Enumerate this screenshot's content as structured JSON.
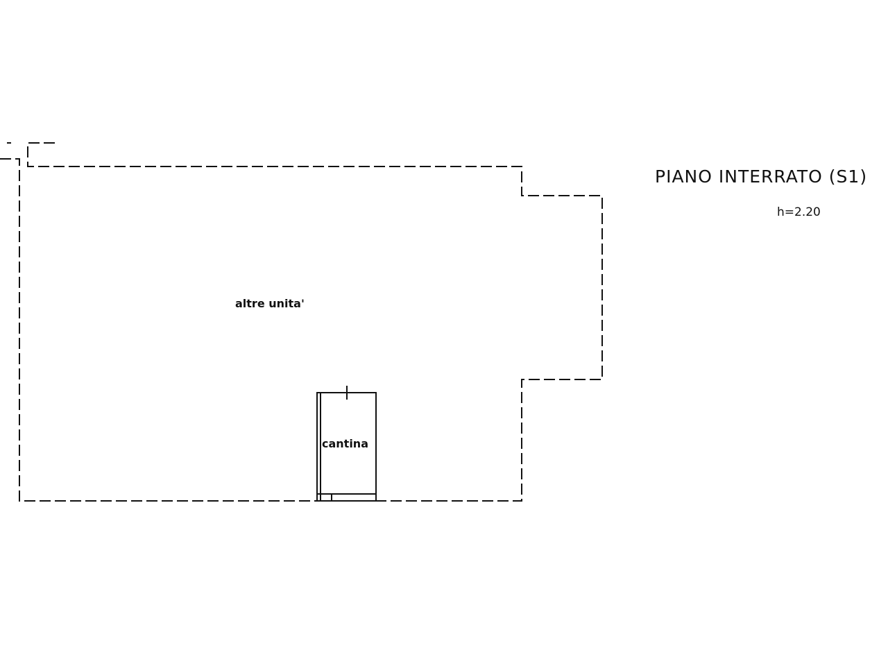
{
  "plan": {
    "title": "PIANO INTERRATO (S1)",
    "height_note": "h=2.20",
    "rooms": {
      "others": "altre unita'",
      "cellar": "cantina"
    },
    "line_color": "#111111"
  }
}
